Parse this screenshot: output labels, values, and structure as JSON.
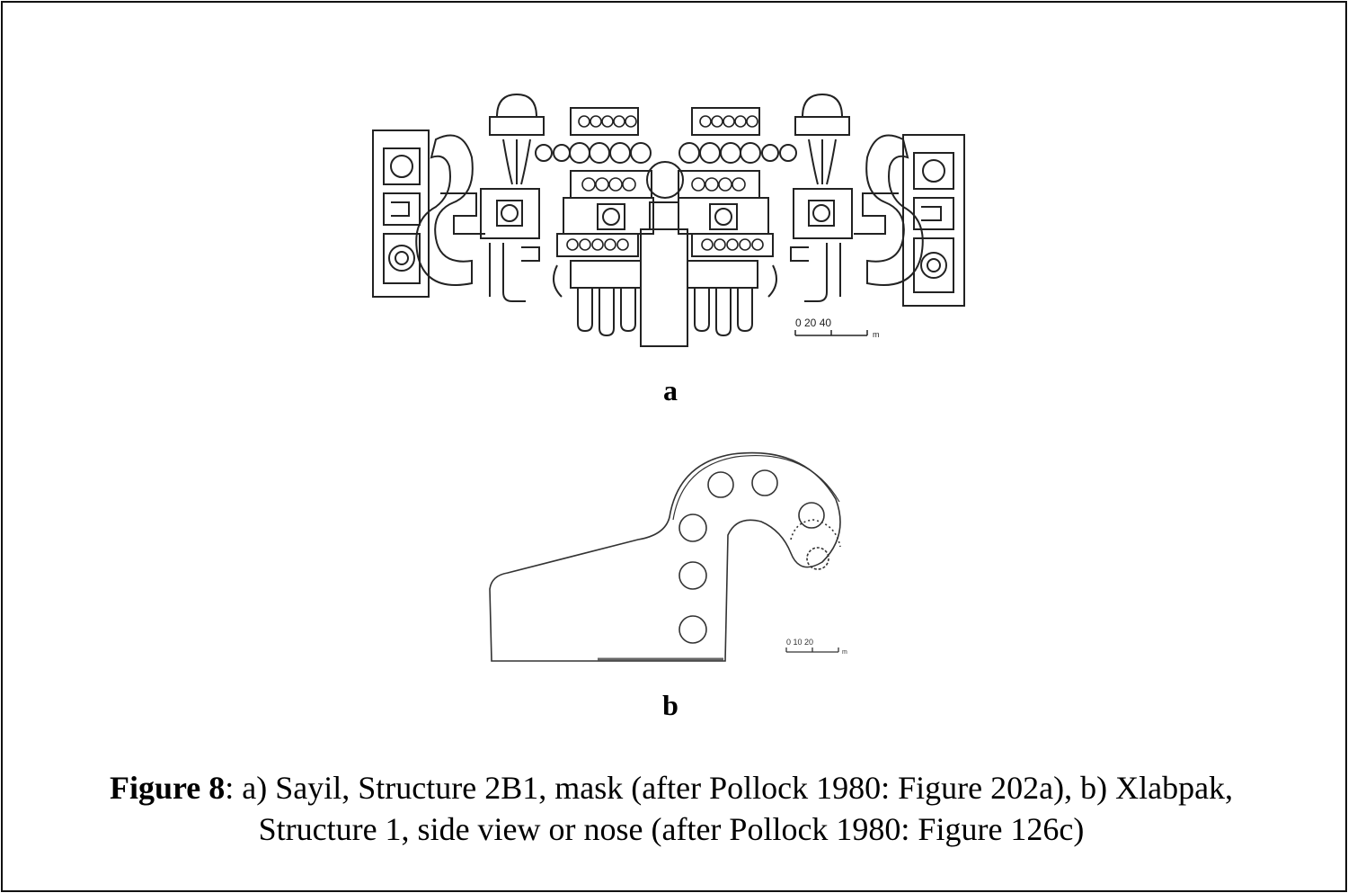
{
  "figure": {
    "panels": [
      {
        "label": "a",
        "scale_text": "0  20  40",
        "scale_unit": "m"
      },
      {
        "label": "b",
        "scale_text": "0  10  20",
        "scale_unit": "m"
      }
    ],
    "caption": {
      "number": "Figure 8",
      "text_line1": ": a) Sayil, Structure 2B1, mask (after Pollock 1980: Figure 202a), b) Xlabpak,",
      "text_line2": "Structure 1, side view or nose (after Pollock 1980: Figure 126c)"
    }
  }
}
